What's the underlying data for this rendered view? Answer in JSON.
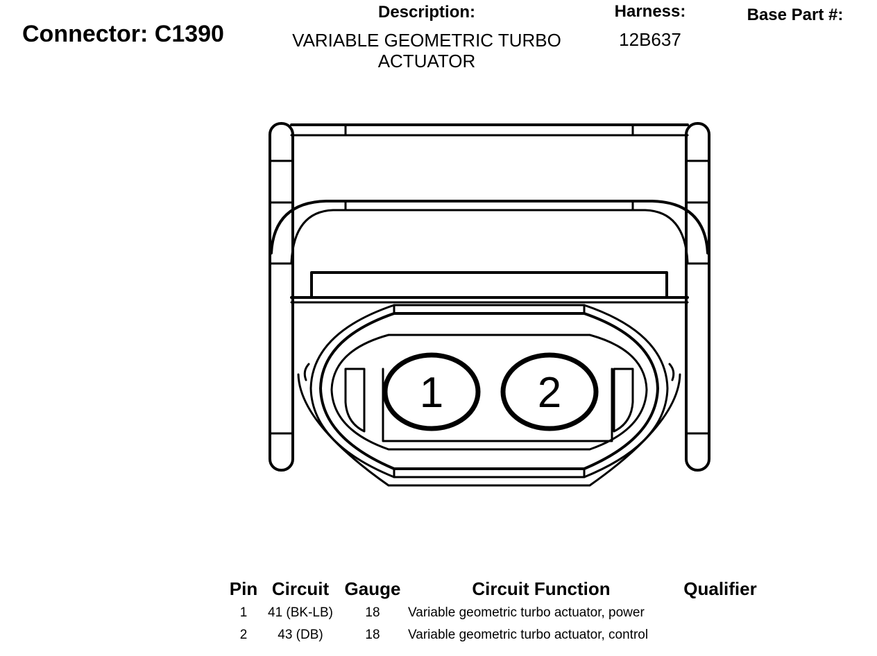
{
  "header": {
    "connector_title": "Connector: C1390",
    "description_label": "Description:",
    "description_line1": "VARIABLE GEOMETRIC TURBO",
    "description_line2": "ACTUATOR",
    "harness_label": "Harness:",
    "harness_value": "12B637",
    "base_part_label": "Base Part #:"
  },
  "diagram": {
    "pin_labels": [
      "1",
      "2"
    ]
  },
  "table": {
    "columns": [
      "Pin",
      "Circuit",
      "Gauge",
      "Circuit Function",
      "Qualifier"
    ],
    "rows": [
      {
        "pin": "1",
        "circuit": "41 (BK-LB)",
        "gauge": "18",
        "function": "Variable geometric turbo actuator, power",
        "qualifier": ""
      },
      {
        "pin": "2",
        "circuit": "43 (DB)",
        "gauge": "18",
        "function": "Variable geometric turbo actuator, control",
        "qualifier": ""
      }
    ]
  }
}
